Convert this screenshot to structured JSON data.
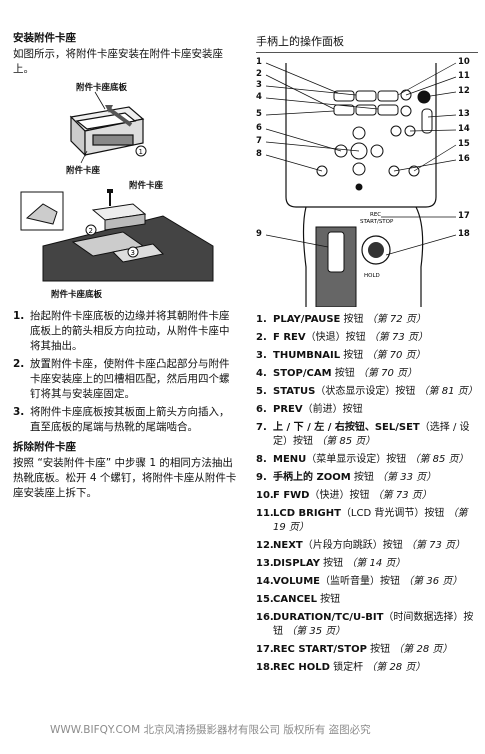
{
  "left": {
    "install_title": "安装附件卡座",
    "install_intro": "如图所示，将附件卡座安装在附件卡座安装座上。",
    "fig1_labels": {
      "base": "附件卡座底板",
      "shoe": "附件卡座"
    },
    "fig1_callout": "1",
    "fig2_labels": {
      "shoe": "附件卡座",
      "base": "附件卡座底板"
    },
    "fig2_callouts": [
      "2",
      "3"
    ],
    "steps": [
      {
        "num": "1.",
        "text": "抬起附件卡座底板的边缘并将其朝附件卡座底板上的箭头相反方向拉动，从附件卡座中将其抽出。"
      },
      {
        "num": "2.",
        "text": "放置附件卡座，使附件卡座凸起部分与附件卡座安装座上的凹槽相匹配，然后用四个螺钉将其与安装座固定。"
      },
      {
        "num": "3.",
        "text": "将附件卡座底板按其板面上箭头方向插入，直至底板的尾端与热靴的尾端啮合。"
      }
    ],
    "remove_title": "拆除附件卡座",
    "remove_text": "按照 “安装附件卡座” 中步骤 1 的相同方法抽出热靴底板。松开 4 个螺钉，将附件卡座从附件卡座安装座上拆下。"
  },
  "right": {
    "section_title": "手柄上的操作面板",
    "diagram_callouts_left": [
      "1",
      "2",
      "3",
      "4",
      "5",
      "6",
      "7",
      "8",
      "9"
    ],
    "diagram_callouts_right": [
      "10",
      "11",
      "12",
      "13",
      "14",
      "15",
      "16",
      "17",
      "18"
    ],
    "diagram_text": {
      "rec": "REC",
      "start_stop": "START/STOP",
      "hold": "HOLD"
    },
    "buttons": [
      {
        "num": "1.",
        "name": "PLAY/PAUSE",
        "suffix": " 按钮 ",
        "ref": "（第 72 页）"
      },
      {
        "num": "2.",
        "name": "F REV",
        "suffix": "（快退）按钮 ",
        "ref": "（第 73 页）"
      },
      {
        "num": "3.",
        "name": "THUMBNAIL",
        "suffix": " 按钮 ",
        "ref": "（第 70 页）"
      },
      {
        "num": "4.",
        "name": "STOP/CAM",
        "suffix": " 按钮 ",
        "ref": "（第 70 页）"
      },
      {
        "num": "5.",
        "name": "STATUS",
        "suffix": "（状态显示设定）按钮 ",
        "ref": "（第 81 页）"
      },
      {
        "num": "6.",
        "name": "PREV",
        "suffix": "（前进）按钮",
        "ref": ""
      },
      {
        "num": "7.",
        "name": "上 / 下 / 左 / 右按钮、SEL/SET",
        "suffix": "（选择 / 设定）按钮 ",
        "ref": "（第 85 页）"
      },
      {
        "num": "8.",
        "name": "MENU",
        "suffix": "（菜单显示设定）按钮 ",
        "ref": "（第 85 页）"
      },
      {
        "num": "9.",
        "name": "手柄上的 ZOOM",
        "suffix": " 按钮 ",
        "ref": "（第 33 页）"
      },
      {
        "num": "10.",
        "name": "F FWD",
        "suffix": "（快进）按钮 ",
        "ref": "（第 73 页）"
      },
      {
        "num": "11.",
        "name": "LCD BRIGHT",
        "suffix": "（LCD 背光调节）按钮 ",
        "ref": "（第 19 页）"
      },
      {
        "num": "12.",
        "name": "NEXT",
        "suffix": "（片段方向跳跃）按钮 ",
        "ref": "（第 73 页）"
      },
      {
        "num": "13.",
        "name": "DISPLAY",
        "suffix": " 按钮 ",
        "ref": "（第 14 页）"
      },
      {
        "num": "14.",
        "name": "VOLUME",
        "suffix": "（监听音量）按钮 ",
        "ref": "（第 36 页）"
      },
      {
        "num": "15.",
        "name": "CANCEL",
        "suffix": " 按钮",
        "ref": ""
      },
      {
        "num": "16.",
        "name": "DURATION/TC/U-BIT",
        "suffix": "（时间数据选择）按钮 ",
        "ref": "（第 35 页）"
      },
      {
        "num": "17.",
        "name": "REC START/STOP",
        "suffix": " 按钮 ",
        "ref": "（第 28 页）"
      },
      {
        "num": "18.",
        "name": "REC HOLD",
        "suffix": " 锁定杆 ",
        "ref": "（第 28 页）"
      }
    ]
  },
  "watermark": "WWW.BIFQY.COM 北京风清扬摄影器材有限公司 版权所有 盗图必究"
}
